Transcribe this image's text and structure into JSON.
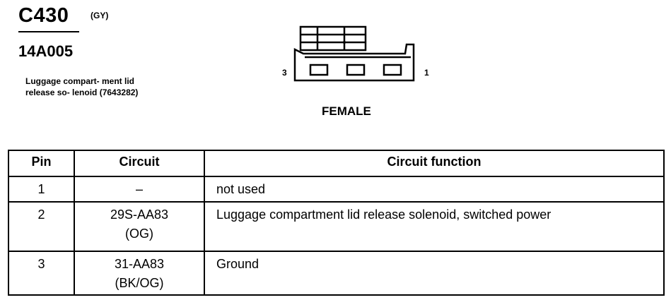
{
  "header": {
    "connector_id": "C430",
    "color_code": "(GY)",
    "part_number": "14A005",
    "description": "Luggage compart- ment lid release so- lenoid (7643282)"
  },
  "connector": {
    "pin_left_label": "3",
    "pin_right_label": "1",
    "gender": "FEMALE"
  },
  "table": {
    "headers": [
      "Pin",
      "Circuit",
      "Circuit function"
    ],
    "rows": [
      {
        "pin": "1",
        "circuit": "–",
        "function": "not used"
      },
      {
        "pin": "2",
        "circuit": "29S-AA83 (OG)",
        "function": "Luggage compartment lid release solenoid, switched power"
      },
      {
        "pin": "3",
        "circuit": "31-AA83 (BK/OG)",
        "function": "Ground"
      }
    ]
  }
}
